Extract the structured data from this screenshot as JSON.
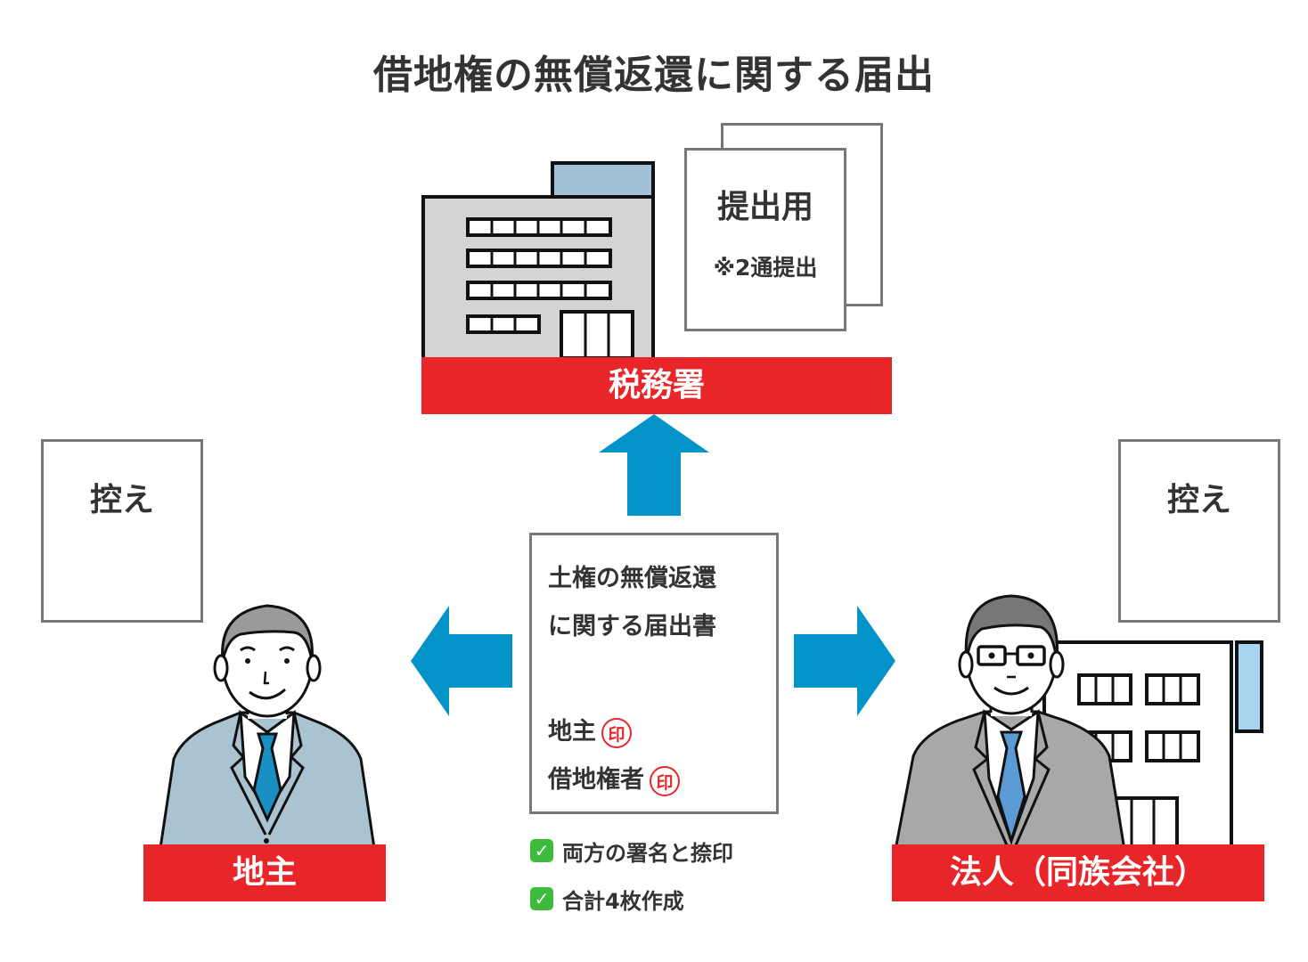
{
  "title": "借地権の無償返還に関する届出",
  "tax_office": {
    "label": "税務署",
    "submission_doc": {
      "heading": "提出用",
      "note": "※2通提出"
    }
  },
  "center_document": {
    "line1": "土権の無償返還",
    "line2": "に関する届出書",
    "signer1": "地主",
    "signer2": "借地権者",
    "seal_char": "印"
  },
  "checklist": [
    {
      "text": "両方の署名と捺印",
      "icon": "check-mark-icon"
    },
    {
      "text": "合計4枚作成",
      "icon": "check-mark-icon"
    }
  ],
  "landowner": {
    "label": "地主",
    "copy_doc": "控え"
  },
  "corporation": {
    "label": "法人（同族会社）",
    "copy_doc": "控え"
  },
  "colors": {
    "accent_red": "#e8262a",
    "arrow_blue": "#0493c8",
    "building_gray": "#d4d4d4",
    "roof_blue": "#a3c1d4",
    "suit_blue": "#a9c3d1",
    "suit_gray": "#a8a8a8",
    "tie_blue": "#1a8fc1",
    "tie_light_blue": "#5b9bd5"
  }
}
